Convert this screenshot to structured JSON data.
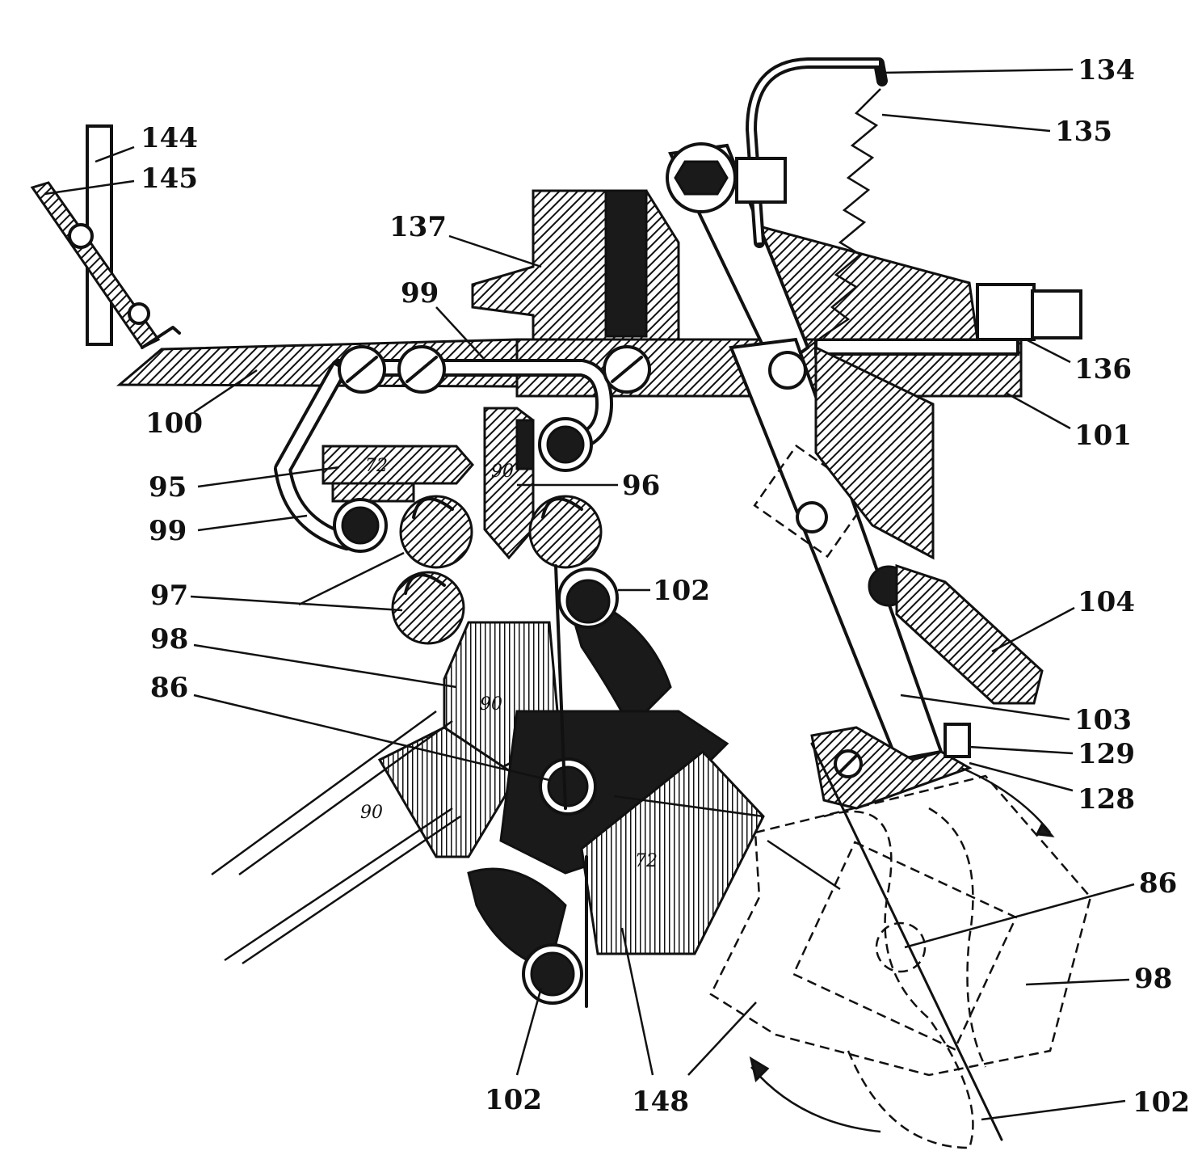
{
  "figure": {
    "reference_numerals": {
      "r134": "134",
      "r135": "135",
      "r144": "144",
      "r145": "145",
      "r137": "137",
      "r99_top": "99",
      "r136": "136",
      "r100": "100",
      "r101": "101",
      "r95": "95",
      "r96": "96",
      "r99_left": "99",
      "r97": "97",
      "r102_top": "102",
      "r104": "104",
      "r98_left": "98",
      "r86_left": "86",
      "r103": "103",
      "r129": "129",
      "r128": "128",
      "r86_right": "86",
      "r98_right": "98",
      "r102_bottom_left": "102",
      "r148": "148",
      "r102_bottom_right": "102"
    },
    "stamped_marks": {
      "m72_top": "72",
      "m90_top": "90",
      "m90_block": "90",
      "m90_rail": "90",
      "m72_lower": "72"
    }
  }
}
